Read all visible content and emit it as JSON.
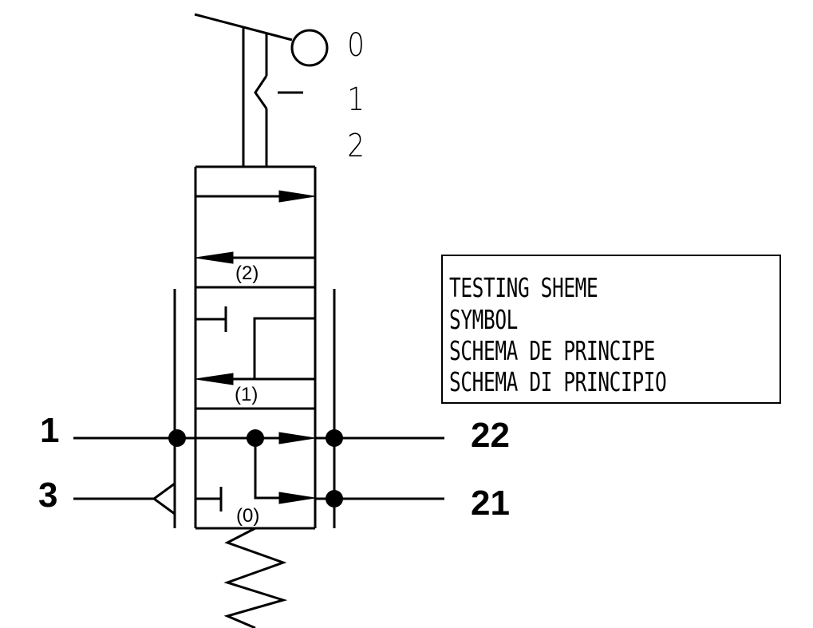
{
  "positions": [
    "0",
    "1",
    "2"
  ],
  "sub_positions": [
    "(2)",
    "(1)",
    "(0)"
  ],
  "ports": {
    "left_top": "1",
    "left_bottom": "3",
    "right_top": "22",
    "right_bottom": "21"
  },
  "legend": {
    "lines": [
      "TESTING SHEME",
      "SYMBOL",
      "SCHEMA DE PRINCIPE",
      "SCHEMA DI PRINCIPIO"
    ]
  }
}
